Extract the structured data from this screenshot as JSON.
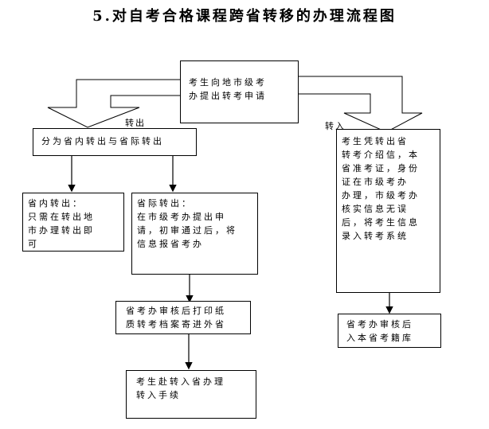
{
  "title": "5.对自考合格课程跨省转移的办理流程图",
  "start": {
    "lines": [
      "考生向地市级考",
      "办提出转考申请"
    ]
  },
  "branch_out": {
    "label": "转出"
  },
  "branch_in": {
    "label": "转入"
  },
  "split": {
    "text": "分为省内转出与省际转出"
  },
  "intra": {
    "lines": [
      "省内转出：",
      "只需在转出地",
      "市办理转出即",
      "可"
    ]
  },
  "inter": {
    "lines": [
      "省际转出：",
      "在市级考办提出申",
      "请，初审通过后，将",
      "信息报省考办"
    ]
  },
  "print": {
    "lines": [
      "省考办审核后打印纸",
      "质转考档案寄进外省"
    ]
  },
  "goin": {
    "lines": [
      "考生赴转入省办理",
      "转入手续"
    ]
  },
  "in_side": {
    "lines": [
      "考生凭转出省",
      "转考介绍信，本",
      "省准考证，身份",
      "证在市级考办",
      "办理，市级考办",
      "核实信息无误",
      "后，将考生信息",
      "录入转考系统"
    ]
  },
  "in_final": {
    "lines": [
      "省考办审核后",
      "入本省考籍库"
    ]
  }
}
